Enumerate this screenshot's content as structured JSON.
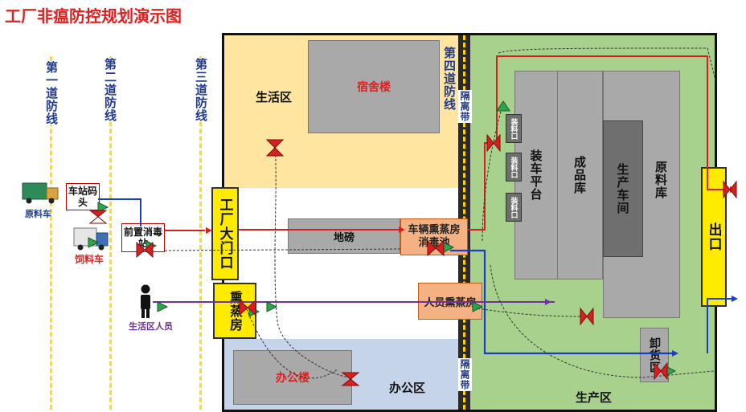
{
  "title": "工厂非瘟防控规划演示图",
  "defense_lines": {
    "first": "第一道防线",
    "second": "第二道防线",
    "third": "第三道防线",
    "fourth": "第四道防线"
  },
  "zones": {
    "living": "生活区",
    "office": "办公区",
    "production": "生产区"
  },
  "buildings": {
    "dormitory": "宿舍楼",
    "office_building": "办公楼",
    "weighbridge": "地磅",
    "vehicle_fumigation": "车辆熏蒸房消毒池",
    "staff_fumigation": "人员熏蒸房",
    "factory_gate": "工厂大门口",
    "fumigation_room": "熏蒸房",
    "loading_platform": "装车平台",
    "finished_goods": "成品库",
    "production_workshop": "生产车间",
    "raw_material_store": "原料库",
    "exit": "出口",
    "unloading_area": "卸货区",
    "isolation_belt_top": "隔离带",
    "isolation_belt_bottom": "隔离带",
    "loading_port_1": "装料口",
    "loading_port_2": "装料口",
    "loading_port_3": "装料口"
  },
  "checkpoints": {
    "station_dock": "车站码头",
    "pre_disinfection": "前置消毒站"
  },
  "actors": {
    "raw_truck": "原料车",
    "feed_truck": "饲料车",
    "living_staff": "生活区人员"
  },
  "icons": [
    "truck-icon",
    "person-icon",
    "flag-icon",
    "hourglass-valve-icon"
  ]
}
